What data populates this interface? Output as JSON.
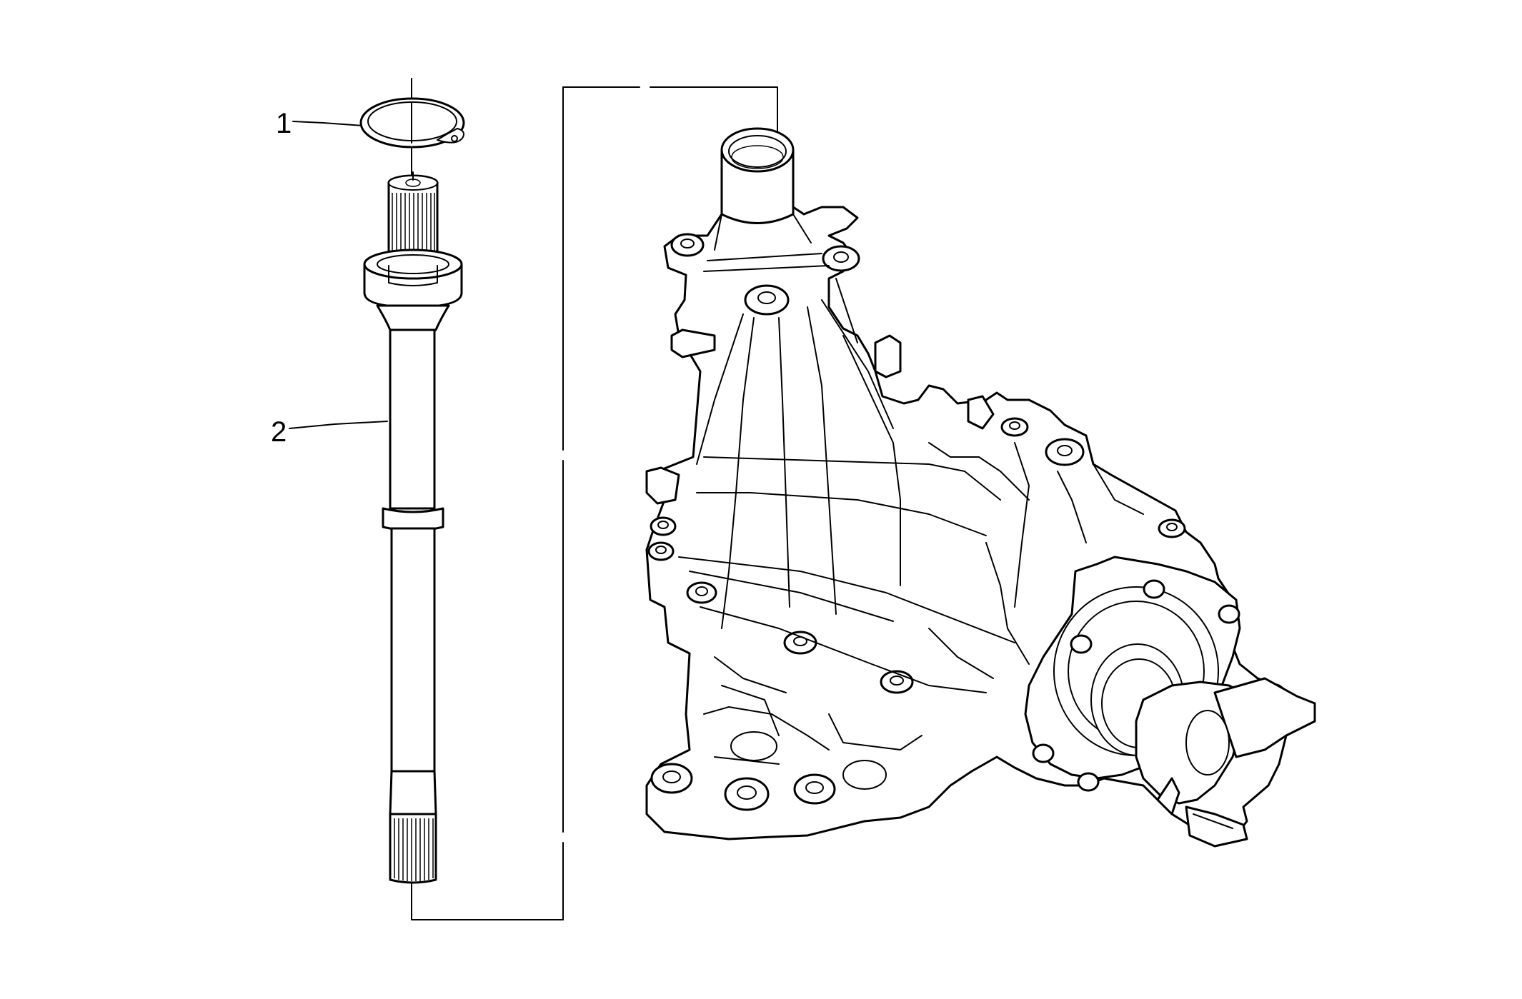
{
  "callouts": [
    {
      "label": "1",
      "part": "retaining-ring"
    },
    {
      "label": "2",
      "part": "shaft"
    }
  ],
  "colors": {
    "line": "#000000",
    "background": "#ffffff"
  }
}
